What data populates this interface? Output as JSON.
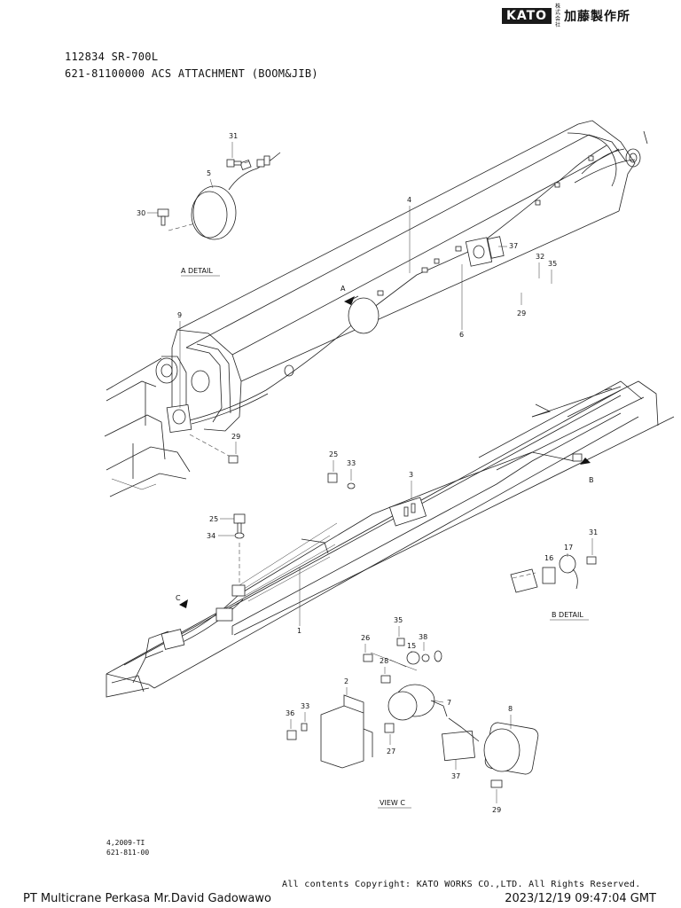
{
  "logo": {
    "brand": "KATO",
    "small": "株式会社",
    "company": "加藤製作所"
  },
  "header": {
    "line1": "112834 SR-700L",
    "line2": "621-81100000 ACS ATTACHMENT (BOOM&JIB)"
  },
  "callouts": [
    "1",
    "2",
    "3",
    "4",
    "5",
    "6",
    "7",
    "8",
    "9",
    "15",
    "16",
    "17",
    "25",
    "26",
    "27",
    "28",
    "29",
    "30",
    "31",
    "32",
    "33",
    "34",
    "35",
    "36",
    "37",
    "38"
  ],
  "labels": {
    "a_detail": "A DETAIL",
    "b_detail": "B DETAIL",
    "view_c": "VIEW C",
    "arrow_a": "A",
    "arrow_b": "B",
    "arrow_c": "C"
  },
  "footer": {
    "code1": "4,2009-TI",
    "code2": "621-811-00",
    "copyright": "All contents Copyright: KATO WORKS CO.,LTD. All Rights Reserved.",
    "left": "PT Multicrane Perkasa  Mr.David Gadowawo",
    "right": "2023/12/19 09:47:04 GMT"
  }
}
